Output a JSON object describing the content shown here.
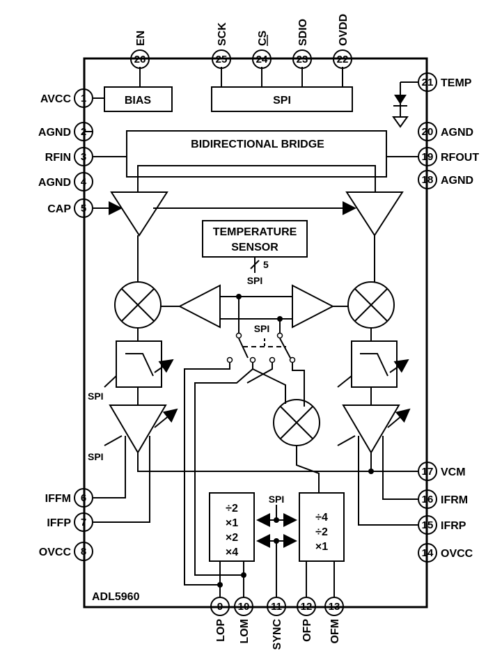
{
  "device_name": "ADL5960",
  "pins": [
    {
      "num": "1",
      "name": "AVCC"
    },
    {
      "num": "2",
      "name": "AGND"
    },
    {
      "num": "3",
      "name": "RFIN"
    },
    {
      "num": "4",
      "name": "AGND"
    },
    {
      "num": "5",
      "name": "CAP"
    },
    {
      "num": "6",
      "name": "IFFM"
    },
    {
      "num": "7",
      "name": "IFFP"
    },
    {
      "num": "8",
      "name": "OVCC"
    },
    {
      "num": "9",
      "name": "LOP"
    },
    {
      "num": "10",
      "name": "LOM"
    },
    {
      "num": "11",
      "name": "SYNC"
    },
    {
      "num": "12",
      "name": "OFP"
    },
    {
      "num": "13",
      "name": "OFM"
    },
    {
      "num": "14",
      "name": "OVCC"
    },
    {
      "num": "15",
      "name": "IFRP"
    },
    {
      "num": "16",
      "name": "IFRM"
    },
    {
      "num": "17",
      "name": "VCM"
    },
    {
      "num": "18",
      "name": "AGND"
    },
    {
      "num": "19",
      "name": "RFOUT"
    },
    {
      "num": "20",
      "name": "AGND"
    },
    {
      "num": "21",
      "name": "TEMP"
    },
    {
      "num": "22",
      "name": "OVDD"
    },
    {
      "num": "23",
      "name": "SDIO"
    },
    {
      "num": "24",
      "name": "CS"
    },
    {
      "num": "25",
      "name": "SCK"
    },
    {
      "num": "26",
      "name": "EN"
    }
  ],
  "blocks": {
    "bias": "BIAS",
    "spi": "SPI",
    "bridge": "BIDIRECTIONAL BRIDGE",
    "temp_sensor_line1": "TEMPERATURE",
    "temp_sensor_line2": "SENSOR",
    "temp_bus_width": "5",
    "temp_spi": "SPI",
    "switch_spi": "SPI",
    "filter_spi": "SPI",
    "amp_spi": "SPI",
    "divider_spi": "SPI"
  },
  "lo_divider": [
    "÷2",
    "×1",
    "×2",
    "×4"
  ],
  "out_divider": [
    "÷4",
    "÷2",
    "×1"
  ]
}
